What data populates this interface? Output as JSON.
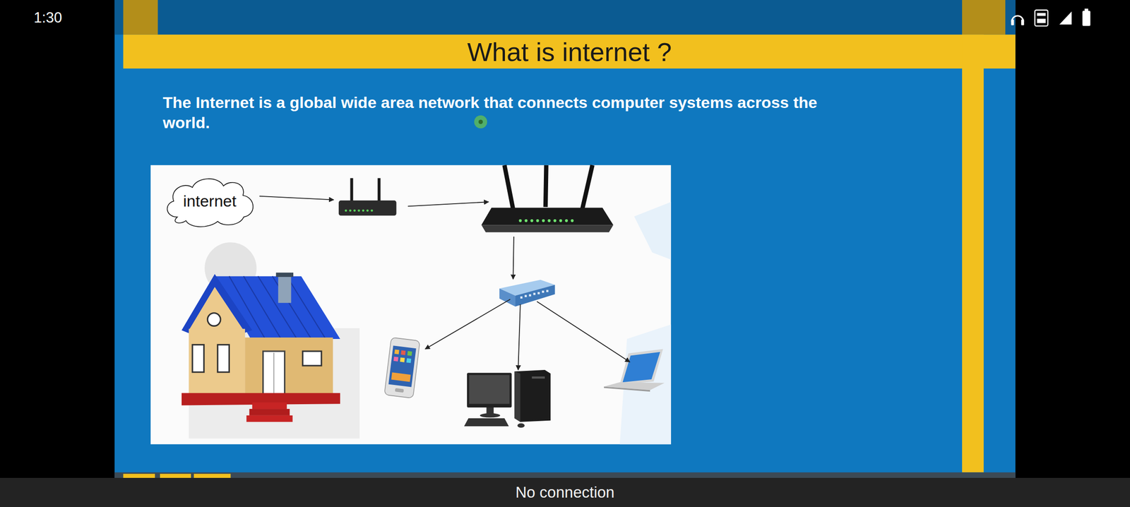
{
  "diagram": {
    "title": "What is internet ?",
    "nodes": [
      {
        "text": [
          "internet"
        ]
      },
      {
        "text": [
          "No connection"
        ]
      }
    ],
    "labels": [
      "1:30",
      "The Internet is a global wide area network that connects computer systems across the world."
    ]
  }
}
